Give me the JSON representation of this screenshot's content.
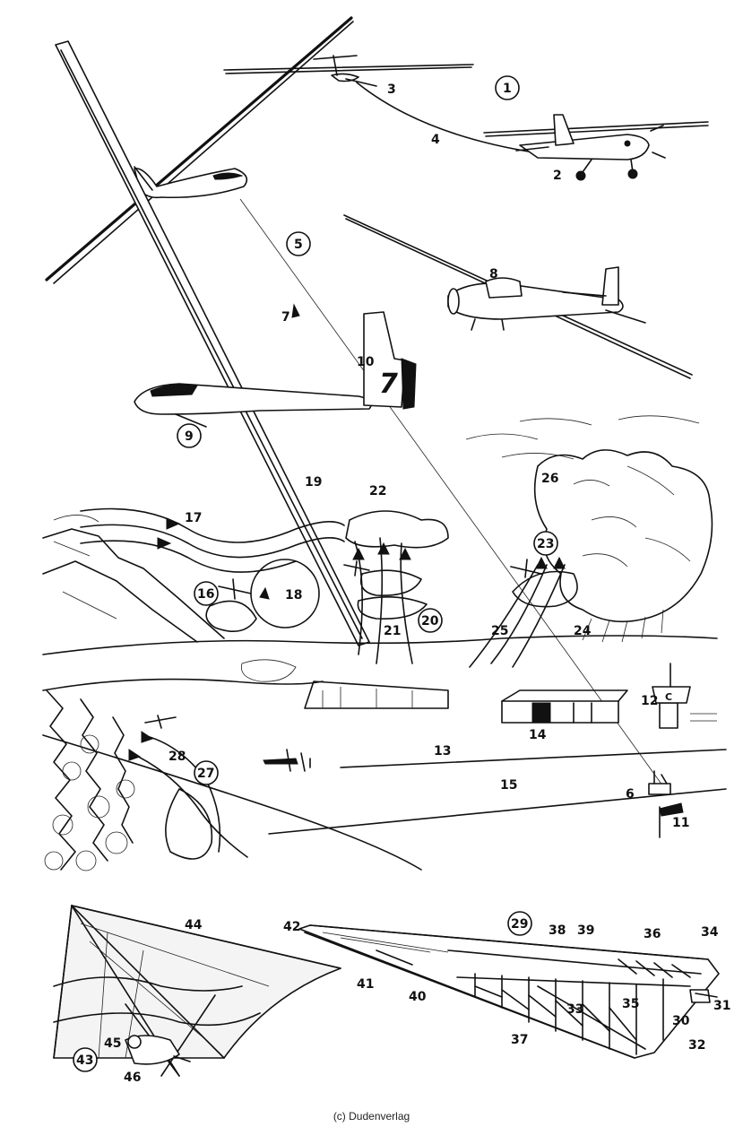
{
  "copyright": "(c) Dudenverlag",
  "labels": {
    "n1": "1",
    "n2": "2",
    "n3": "3",
    "n4": "4",
    "n5": "5",
    "n6": "6",
    "n7": "7",
    "n8": "8",
    "n9": "9",
    "n10": "10",
    "n11": "11",
    "n12": "12",
    "n13": "13",
    "n14": "14",
    "n15": "15",
    "n16": "16",
    "n17": "17",
    "n18": "18",
    "n19": "19",
    "n20": "20",
    "n21": "21",
    "n22": "22",
    "n23": "23",
    "n24": "24",
    "n25": "25",
    "n26": "26",
    "n27": "27",
    "n28": "28",
    "n29": "29",
    "n30": "30",
    "n31": "31",
    "n32": "32",
    "n33": "33",
    "n34": "34",
    "n35": "35",
    "n36": "36",
    "n37": "37",
    "n38": "38",
    "n39": "39",
    "n40": "40",
    "n41": "41",
    "n42": "42",
    "n43": "43",
    "n44": "44",
    "n45": "45",
    "n46": "46",
    "tail_number": "7",
    "tower_sign": "C"
  }
}
